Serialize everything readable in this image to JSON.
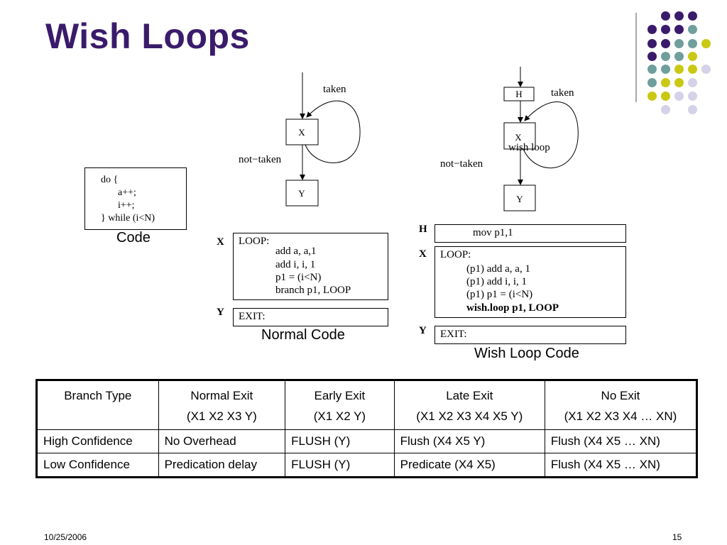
{
  "title": "Wish Loops",
  "logo_colors": {
    "purple": "#3a1b6b",
    "teal": "#6f9f9c",
    "yellow": "#c9c914",
    "lavender": "#d4d2e8"
  },
  "code": {
    "lines": [
      "do {",
      "a++;",
      "i++;",
      "} while (i<N)"
    ],
    "caption": "Code"
  },
  "normal_cfg": {
    "node_x": "X",
    "node_y": "Y",
    "taken": "taken",
    "not_taken": "not−taken"
  },
  "wish_cfg": {
    "node_h": "H",
    "node_x": "X",
    "node_y": "Y",
    "taken": "taken",
    "not_taken": "not−taken",
    "wish_loop": "wish loop"
  },
  "normal_code": {
    "x_label": "X",
    "y_label": "Y",
    "loop_lines": [
      "LOOP:",
      "add a, a,1",
      "add i, i, 1",
      "p1 = (i<N)",
      "branch p1, LOOP"
    ],
    "exit": "EXIT:",
    "caption": "Normal Code"
  },
  "wish_code": {
    "h_label": "H",
    "x_label": "X",
    "y_label": "Y",
    "h_line": "mov p1,1",
    "loop_lines": [
      "LOOP:",
      "(p1) add a, a, 1",
      "(p1) add i, i, 1",
      "(p1) p1 = (i<N)",
      "wish.loop p1, LOOP"
    ],
    "exit": "EXIT:",
    "caption": "Wish Loop Code"
  },
  "table": {
    "headers": [
      [
        "Branch Type"
      ],
      [
        "Normal Exit",
        "(X1 X2 X3 Y)"
      ],
      [
        "Early Exit",
        "(X1 X2 Y)"
      ],
      [
        "Late Exit",
        "(X1 X2 X3 X4 X5 Y)"
      ],
      [
        "No Exit",
        "(X1 X2 X3 X4 … XN)"
      ]
    ],
    "rows": [
      [
        "High Confidence",
        "No Overhead",
        "FLUSH (Y)",
        "Flush (X4 X5 Y)",
        "Flush (X4 X5 … XN)"
      ],
      [
        "Low Confidence",
        "Predication delay",
        "FLUSH (Y)",
        "Predicate (X4 X5)",
        "Flush (X4 X5 … XN)"
      ]
    ]
  },
  "footer": {
    "date": "10/25/2006",
    "page": "15"
  }
}
